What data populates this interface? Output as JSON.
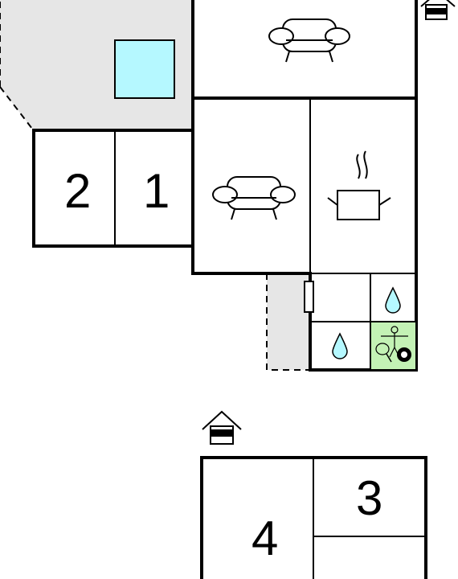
{
  "rooms": {
    "room_1": "1",
    "room_2": "2",
    "room_3": "3",
    "room_4": "4"
  },
  "icons": [
    "pool-icon",
    "sofa-icon",
    "kitchen-pot-icon",
    "water-drop-icon",
    "games-room-icon",
    "entrance-house-icon"
  ],
  "colors": {
    "terrace": "#e6e6e6",
    "pool": "#b5f8ff",
    "games": "#c3f2b5"
  }
}
